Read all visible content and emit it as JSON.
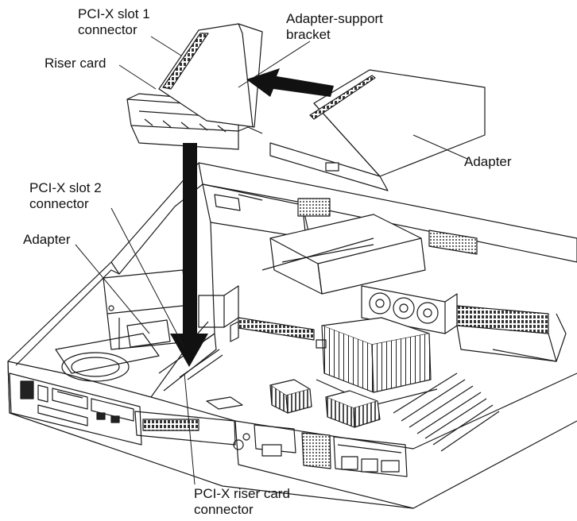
{
  "labels": {
    "pci_x_slot1": [
      "PCI-X slot 1",
      "connector"
    ],
    "adapter_support_bracket": [
      "Adapter-support",
      "bracket"
    ],
    "riser_card": "Riser card",
    "adapter_top": "Adapter",
    "pci_x_slot2": [
      "PCI-X slot 2",
      "connector"
    ],
    "adapter_left": "Adapter",
    "pci_x_riser_card_connector": [
      "PCI-X riser card",
      "connector"
    ]
  },
  "icons": {
    "install_arrow": "arrow-left-icon",
    "insert_arrow": "arrow-down-icon"
  },
  "colors": {
    "line": "#1a1a1a",
    "arrow": "#111111",
    "background": "#ffffff"
  }
}
